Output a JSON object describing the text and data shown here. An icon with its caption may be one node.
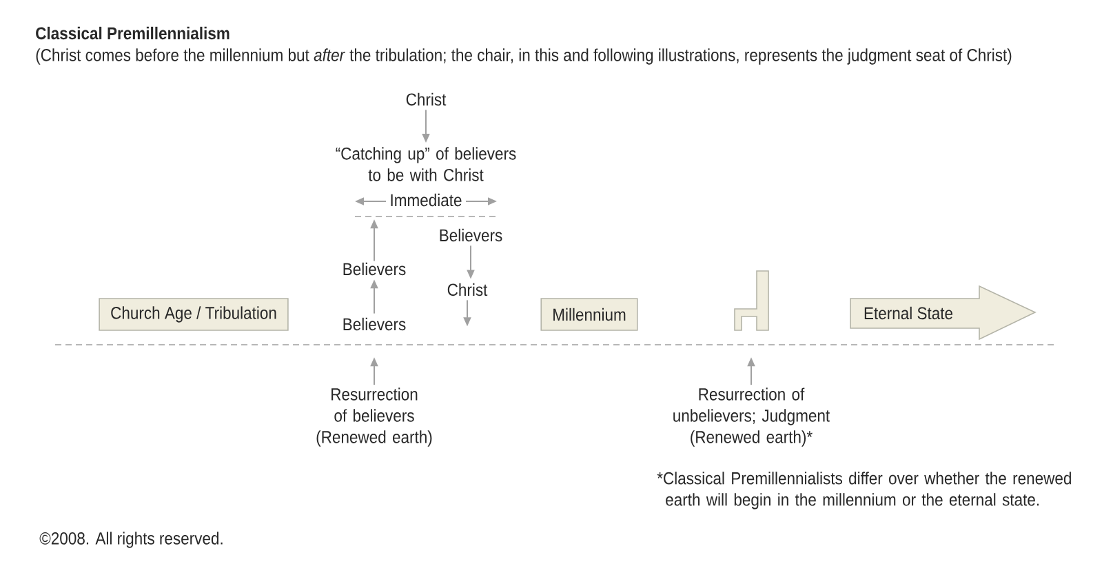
{
  "diagram": {
    "title": "Classical Premillennialism",
    "nodes": [
      {
        "text": [
          "Church Age / Tribulation"
        ]
      },
      {
        "text": [
          "Christ"
        ]
      },
      {
        "text": [
          "“Catching up” of believers to be with Christ"
        ]
      },
      {
        "text": [
          "Immediate"
        ]
      },
      {
        "text": [
          "Believers"
        ]
      },
      {
        "text": [
          "Believers"
        ]
      },
      {
        "text": [
          "Believers"
        ]
      },
      {
        "text": [
          "Christ"
        ]
      },
      {
        "text": [
          "Millennium"
        ]
      },
      {
        "text": [],
        "shape": "chair"
      },
      {
        "text": [
          "Eternal State"
        ]
      },
      {
        "text": [
          "Resurrection of believers",
          "(Renewed earth)"
        ]
      },
      {
        "text": [
          "Resurrection of unbelievers; Judgment",
          "(Renewed earth)*"
        ]
      }
    ],
    "edges": [
      {
        "from": 1,
        "to": 2,
        "arrow": "to"
      },
      {
        "from": 5,
        "to": 4,
        "arrow": "to"
      },
      {
        "from": 4,
        "to": 3,
        "arrow": "to"
      },
      {
        "from": 6,
        "to": 7,
        "arrow": "to"
      },
      {
        "from": 7,
        "to": null,
        "arrow": "to"
      },
      {
        "from": 11,
        "to": null,
        "arrow": "to"
      },
      {
        "from": 12,
        "to": null,
        "arrow": "to"
      }
    ],
    "labels": [
      "(Christ comes before the millennium but *after* the tribulation; the chair, in this and following illustrations, represents the judgment seat of Christ)",
      "*Classical Premillennialists differ over whether the renewed earth will begin in the millennium or the eternal state.",
      "©2008. All rights reserved."
    ]
  }
}
